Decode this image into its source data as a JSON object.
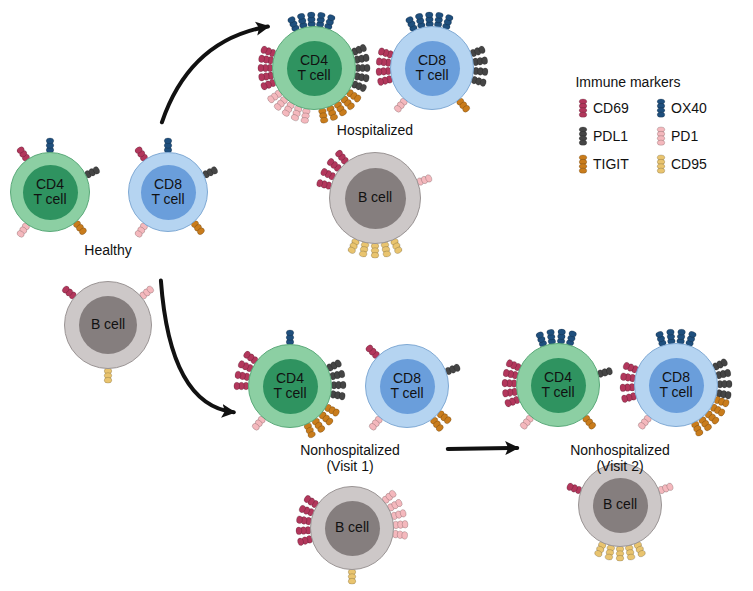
{
  "diagram": {
    "nodes": [
      {
        "text": [
          "CD4 T cell"
        ]
      },
      {
        "text": [
          "CD8 T cell"
        ]
      },
      {
        "text": [
          "B cell"
        ]
      },
      {
        "text": [
          "CD4 T cell"
        ]
      },
      {
        "text": [
          "CD8 T cell"
        ]
      },
      {
        "text": [
          "B cell"
        ]
      },
      {
        "text": [
          "CD4 T cell"
        ]
      },
      {
        "text": [
          "CD8 T cell"
        ]
      },
      {
        "text": [
          "B cell"
        ]
      },
      {
        "text": [
          "CD4 T cell"
        ]
      },
      {
        "text": [
          "CD8 T cell"
        ]
      },
      {
        "text": [
          "B cell"
        ]
      }
    ],
    "edges": [
      {
        "from": 1,
        "to": 3,
        "arrow": "to"
      },
      {
        "from": 2,
        "to": 6,
        "arrow": "to"
      },
      {
        "from": 7,
        "to": 9,
        "arrow": "to"
      }
    ],
    "labels": [
      "Healthy",
      "Hospitalized",
      "Nonhospitalized (Visit 1)",
      "Nonhospitalized (Visit 2)",
      "Immune markers"
    ],
    "legend": [
      {
        "text": "CD69"
      },
      {
        "text": "OX40"
      },
      {
        "text": "PDL1"
      },
      {
        "text": "PD1"
      },
      {
        "text": "TIGIT"
      },
      {
        "text": "CD95"
      }
    ]
  }
}
